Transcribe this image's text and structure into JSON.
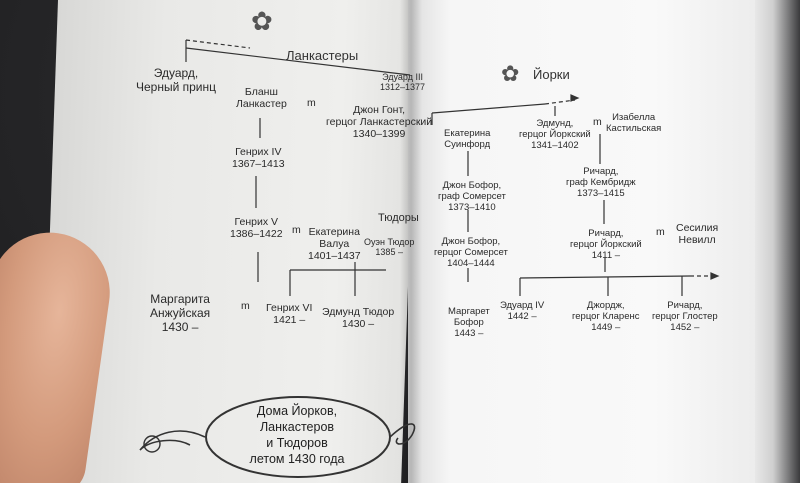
{
  "left_page": {
    "title": "Ланкастеры",
    "people": [
      {
        "id": "edward_black_prince",
        "lines": [
          "Эдуард,",
          "Черный принц"
        ]
      },
      {
        "id": "edward_iii",
        "lines": [
          "Эдуард III",
          "1312–1377"
        ]
      },
      {
        "id": "blanche",
        "lines": [
          "Бланш",
          "Ланкастер"
        ]
      },
      {
        "id": "john_gaunt",
        "lines": [
          "Джон Гонт,",
          "герцог Ланкастерский",
          "1340–1399"
        ]
      },
      {
        "id": "henry_iv",
        "lines": [
          "Генрих IV",
          "1367–1413"
        ]
      },
      {
        "id": "henry_v",
        "lines": [
          "Генрих V",
          "1386–1422"
        ]
      },
      {
        "id": "catherine_valois",
        "lines": [
          "Екатерина",
          "Валуа",
          "1401–1437"
        ]
      },
      {
        "id": "tudors_label",
        "lines": [
          "Тюдоры"
        ]
      },
      {
        "id": "owen_tudor",
        "lines": [
          "Оуэн Тюдор",
          "1385 –"
        ]
      },
      {
        "id": "margaret_anjou",
        "lines": [
          "Маргарита",
          "Анжуйская",
          "1430 –"
        ]
      },
      {
        "id": "henry_vi",
        "lines": [
          "Генрих VI",
          "1421 –"
        ]
      },
      {
        "id": "edmund_tudor",
        "lines": [
          "Эдмунд Тюдор",
          "1430 –"
        ]
      }
    ],
    "marriage_mark": "m",
    "cartouche": [
      "Дома Йорков,",
      "Ланкастеров",
      "и Тюдоров",
      "летом 1430 года"
    ]
  },
  "right_page": {
    "title": "Йорки",
    "people": [
      {
        "id": "katherine_swynford",
        "lines": [
          "Екатерина",
          "Суинфорд"
        ]
      },
      {
        "id": "edmund_york",
        "lines": [
          "Эдмунд,",
          "герцог Йоркский",
          "1341–1402"
        ]
      },
      {
        "id": "isabella_castile",
        "lines": [
          "Изабелла",
          "Кастильская"
        ]
      },
      {
        "id": "john_beaufort_1",
        "lines": [
          "Джон Бофор,",
          "граф Сомерсет",
          "1373–1410"
        ]
      },
      {
        "id": "richard_cambridge",
        "lines": [
          "Ричард,",
          "граф Кембридж",
          "1373–1415"
        ]
      },
      {
        "id": "john_beaufort_2",
        "lines": [
          "Джон Бофор,",
          "герцог Сомерсет",
          "1404–1444"
        ]
      },
      {
        "id": "richard_york",
        "lines": [
          "Ричард,",
          "герцог Йоркский",
          "1411 –"
        ]
      },
      {
        "id": "cecily_neville",
        "lines": [
          "Сесилия",
          "Невилл"
        ]
      },
      {
        "id": "margaret_beaufort",
        "lines": [
          "Маргарет",
          "Бофор",
          "1443 –"
        ]
      },
      {
        "id": "edward_iv",
        "lines": [
          "Эдуард IV",
          "1442 –"
        ]
      },
      {
        "id": "george_clarence",
        "lines": [
          "Джордж,",
          "герцог Кларенс",
          "1449 –"
        ]
      },
      {
        "id": "richard_gloucester",
        "lines": [
          "Ричард,",
          "герцог Глостер",
          "1452 –"
        ]
      }
    ],
    "marriage_mark": "m"
  }
}
